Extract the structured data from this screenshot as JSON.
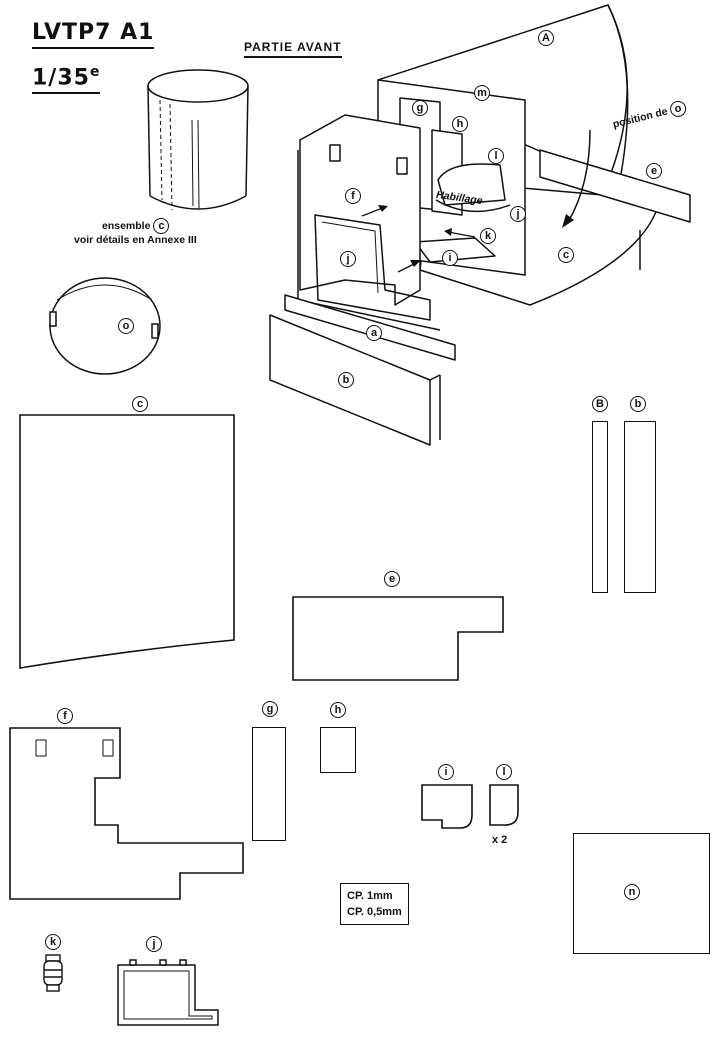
{
  "header": {
    "model": "LVTP7 A1",
    "scale_main": "1/35",
    "scale_sup": "e",
    "section": "PARTIE AVANT"
  },
  "assembly_note": {
    "line1": "ensemble",
    "line1_ref": "c",
    "line2": "voir détails en Annexe III"
  },
  "position_note": "position de",
  "position_ref": "o",
  "callouts": {
    "A": "A",
    "m": "m",
    "g": "g",
    "h": "h",
    "l": "l",
    "e": "e",
    "f": "f",
    "k": "k",
    "j": "j",
    "i": "i",
    "c": "c",
    "a": "a",
    "b": "b",
    "o": "o"
  },
  "habillage": "Habillage",
  "parts": {
    "o": "o",
    "c": "c",
    "B": "B",
    "b": "b",
    "e": "e",
    "f": "f",
    "g": "g",
    "h": "h",
    "i": "i",
    "l": "l",
    "n": "n",
    "k": "k",
    "j": "j"
  },
  "multiplier": "x 2",
  "legend": {
    "line1": "CP. 1mm",
    "line2": "CP. 0,5mm"
  }
}
